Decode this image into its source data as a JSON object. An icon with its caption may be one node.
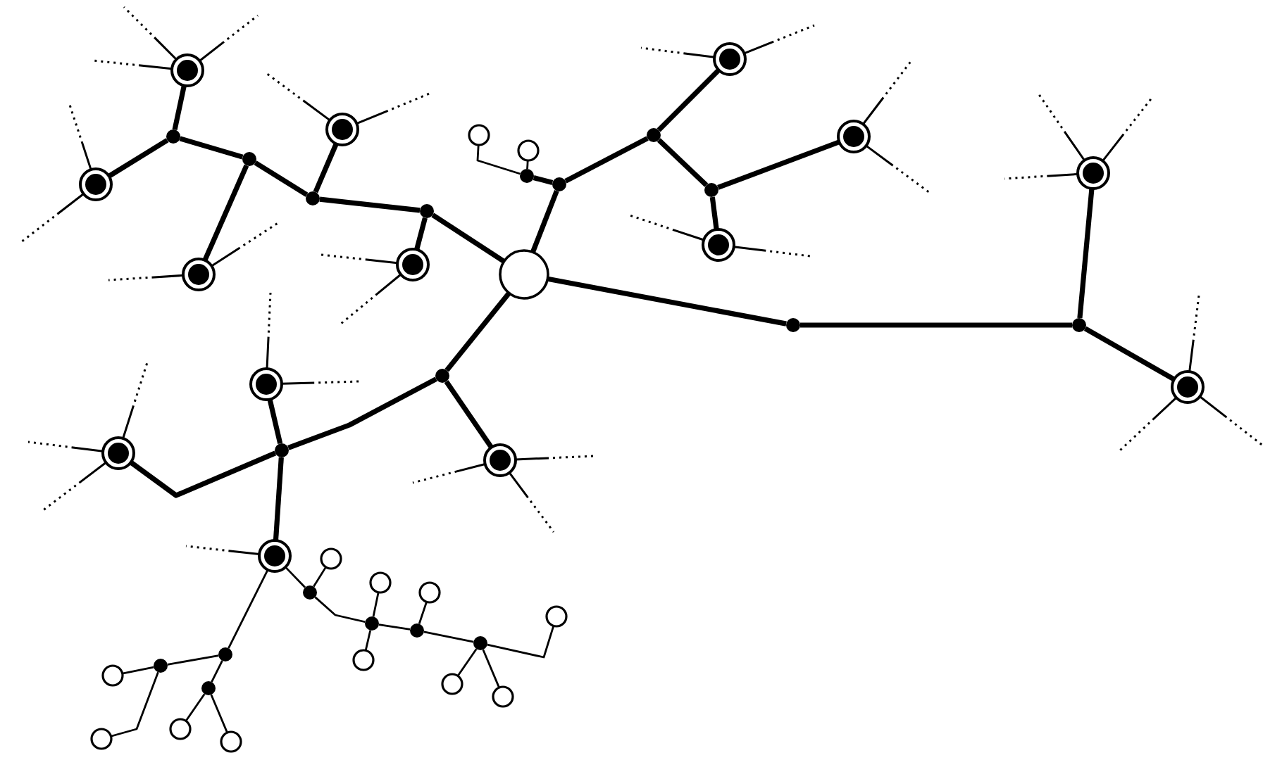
{
  "diagram": {
    "nodes": [
      {
        "text": [],
        "shape": "circle"
      },
      {
        "text": [],
        "shape": "ring"
      },
      {
        "text": [],
        "shape": "dot"
      },
      {
        "text": [],
        "shape": "ring"
      },
      {
        "text": [],
        "shape": "dot"
      },
      {
        "text": [],
        "shape": "ring"
      },
      {
        "text": [],
        "shape": "dot"
      },
      {
        "text": [],
        "shape": "ring"
      },
      {
        "text": [],
        "shape": "dot"
      },
      {
        "text": [],
        "shape": "ring"
      },
      {
        "text": [],
        "shape": "dot"
      },
      {
        "text": [],
        "shape": "dot"
      },
      {
        "text": [],
        "shape": "circle"
      },
      {
        "text": [],
        "shape": "circle"
      },
      {
        "text": [],
        "shape": "dot"
      },
      {
        "text": [],
        "shape": "ring"
      },
      {
        "text": [],
        "shape": "dot"
      },
      {
        "text": [],
        "shape": "ring"
      },
      {
        "text": [],
        "shape": "ring"
      },
      {
        "text": [],
        "shape": "dot"
      },
      {
        "text": [],
        "shape": "dot"
      },
      {
        "text": [],
        "shape": "ring"
      },
      {
        "text": [],
        "shape": "ring"
      },
      {
        "text": [],
        "shape": "dot"
      },
      {
        "text": [],
        "shape": "ring"
      },
      {
        "text": [],
        "shape": "dot"
      },
      {
        "text": [],
        "shape": "ring"
      },
      {
        "text": [],
        "shape": "ring"
      },
      {
        "text": [],
        "shape": "ring"
      },
      {
        "text": [],
        "shape": "dot"
      },
      {
        "text": [],
        "shape": "dot"
      },
      {
        "text": [],
        "shape": "circle"
      },
      {
        "text": [],
        "shape": "circle"
      },
      {
        "text": [],
        "shape": "dot"
      },
      {
        "text": [],
        "shape": "circle"
      },
      {
        "text": [],
        "shape": "circle"
      },
      {
        "text": [],
        "shape": "dot"
      },
      {
        "text": [],
        "shape": "circle"
      },
      {
        "text": [],
        "shape": "dot"
      },
      {
        "text": [],
        "shape": "circle"
      },
      {
        "text": [],
        "shape": "circle"
      },
      {
        "text": [],
        "shape": "dot"
      },
      {
        "text": [],
        "shape": "circle"
      },
      {
        "text": [],
        "shape": "dot"
      },
      {
        "text": [],
        "shape": "circle"
      },
      {
        "text": [],
        "shape": "circle"
      },
      {
        "text": [],
        "shape": "circle"
      }
    ],
    "edges": [
      {
        "from": 1,
        "to": 2,
        "arrow": "none",
        "style": "thick"
      },
      {
        "from": 2,
        "to": 3,
        "arrow": "none",
        "style": "thick"
      },
      {
        "from": 2,
        "to": 4,
        "arrow": "none",
        "style": "thick"
      },
      {
        "from": 4,
        "to": 5,
        "arrow": "none",
        "style": "thick"
      },
      {
        "from": 4,
        "to": 6,
        "arrow": "none",
        "style": "thick"
      },
      {
        "from": 6,
        "to": 7,
        "arrow": "none",
        "style": "thick"
      },
      {
        "from": 6,
        "to": 8,
        "arrow": "none",
        "style": "thick"
      },
      {
        "from": 8,
        "to": 9,
        "arrow": "none",
        "style": "thick"
      },
      {
        "from": 8,
        "to": 0,
        "arrow": "none",
        "style": "thick"
      },
      {
        "from": 0,
        "to": 10,
        "arrow": "none",
        "style": "thick"
      },
      {
        "from": 10,
        "to": 11,
        "arrow": "none",
        "style": "thick"
      },
      {
        "from": 11,
        "to": 12,
        "arrow": "none"
      },
      {
        "from": 11,
        "to": 13,
        "arrow": "none"
      },
      {
        "from": 10,
        "to": 14,
        "arrow": "none",
        "style": "thick"
      },
      {
        "from": 14,
        "to": 15,
        "arrow": "none",
        "style": "thick"
      },
      {
        "from": 14,
        "to": 16,
        "arrow": "none",
        "style": "thick"
      },
      {
        "from": 16,
        "to": 17,
        "arrow": "none",
        "style": "thick"
      },
      {
        "from": 16,
        "to": 18,
        "arrow": "none",
        "style": "thick"
      },
      {
        "from": 0,
        "to": 19,
        "arrow": "none",
        "style": "thick"
      },
      {
        "from": 19,
        "to": 20,
        "arrow": "none",
        "style": "thick"
      },
      {
        "from": 20,
        "to": 21,
        "arrow": "none",
        "style": "thick"
      },
      {
        "from": 20,
        "to": 22,
        "arrow": "none",
        "style": "thick"
      },
      {
        "from": 0,
        "to": 23,
        "arrow": "none",
        "style": "thick"
      },
      {
        "from": 23,
        "to": 24,
        "arrow": "none",
        "style": "thick"
      },
      {
        "from": 23,
        "to": 25,
        "arrow": "none",
        "style": "thick"
      },
      {
        "from": 25,
        "to": 26,
        "arrow": "none",
        "style": "thick"
      },
      {
        "from": 25,
        "to": 27,
        "arrow": "none",
        "style": "thick"
      },
      {
        "from": 25,
        "to": 28,
        "arrow": "none",
        "style": "thick"
      },
      {
        "from": 28,
        "to": 29,
        "arrow": "none"
      },
      {
        "from": 29,
        "to": 30,
        "arrow": "none"
      },
      {
        "from": 30,
        "to": 31,
        "arrow": "none"
      },
      {
        "from": 30,
        "to": 32,
        "arrow": "none"
      },
      {
        "from": 29,
        "to": 33,
        "arrow": "none"
      },
      {
        "from": 33,
        "to": 34,
        "arrow": "none"
      },
      {
        "from": 33,
        "to": 35,
        "arrow": "none"
      },
      {
        "from": 28,
        "to": 36,
        "arrow": "none"
      },
      {
        "from": 36,
        "to": 37,
        "arrow": "none"
      },
      {
        "from": 36,
        "to": 38,
        "arrow": "none"
      },
      {
        "from": 38,
        "to": 39,
        "arrow": "none"
      },
      {
        "from": 38,
        "to": 40,
        "arrow": "none"
      },
      {
        "from": 38,
        "to": 41,
        "arrow": "none"
      },
      {
        "from": 41,
        "to": 42,
        "arrow": "none"
      },
      {
        "from": 41,
        "to": 43,
        "arrow": "none"
      },
      {
        "from": 43,
        "to": 44,
        "arrow": "none"
      },
      {
        "from": 43,
        "to": 45,
        "arrow": "none"
      },
      {
        "from": 43,
        "to": 46,
        "arrow": "none"
      },
      {
        "from": 1,
        "to": null,
        "arrow": "none",
        "style": "dashed"
      },
      {
        "from": 1,
        "to": null,
        "arrow": "none",
        "style": "dashed"
      },
      {
        "from": 1,
        "to": null,
        "arrow": "none",
        "style": "dashed"
      },
      {
        "from": 3,
        "to": null,
        "arrow": "none",
        "style": "dashed"
      },
      {
        "from": 3,
        "to": null,
        "arrow": "none",
        "style": "dashed"
      },
      {
        "from": 5,
        "to": null,
        "arrow": "none",
        "style": "dashed"
      },
      {
        "from": 5,
        "to": null,
        "arrow": "none",
        "style": "dashed"
      },
      {
        "from": 7,
        "to": null,
        "arrow": "none",
        "style": "dashed"
      },
      {
        "from": 7,
        "to": null,
        "arrow": "none",
        "style": "dashed"
      },
      {
        "from": 9,
        "to": null,
        "arrow": "none",
        "style": "dashed"
      },
      {
        "from": 9,
        "to": null,
        "arrow": "none",
        "style": "dashed"
      },
      {
        "from": 15,
        "to": null,
        "arrow": "none",
        "style": "dashed"
      },
      {
        "from": 15,
        "to": null,
        "arrow": "none",
        "style": "dashed"
      },
      {
        "from": 17,
        "to": null,
        "arrow": "none",
        "style": "dashed"
      },
      {
        "from": 17,
        "to": null,
        "arrow": "none",
        "style": "dashed"
      },
      {
        "from": 18,
        "to": null,
        "arrow": "none",
        "style": "dashed"
      },
      {
        "from": 18,
        "to": null,
        "arrow": "none",
        "style": "dashed"
      },
      {
        "from": 21,
        "to": null,
        "arrow": "none",
        "style": "dashed"
      },
      {
        "from": 21,
        "to": null,
        "arrow": "none",
        "style": "dashed"
      },
      {
        "from": 21,
        "to": null,
        "arrow": "none",
        "style": "dashed"
      },
      {
        "from": 22,
        "to": null,
        "arrow": "none",
        "style": "dashed"
      },
      {
        "from": 22,
        "to": null,
        "arrow": "none",
        "style": "dashed"
      },
      {
        "from": 22,
        "to": null,
        "arrow": "none",
        "style": "dashed"
      },
      {
        "from": 24,
        "to": null,
        "arrow": "none",
        "style": "dashed"
      },
      {
        "from": 24,
        "to": null,
        "arrow": "none",
        "style": "dashed"
      },
      {
        "from": 24,
        "to": null,
        "arrow": "none",
        "style": "dashed"
      },
      {
        "from": 26,
        "to": null,
        "arrow": "none",
        "style": "dashed"
      },
      {
        "from": 26,
        "to": null,
        "arrow": "none",
        "style": "dashed"
      },
      {
        "from": 27,
        "to": null,
        "arrow": "none",
        "style": "dashed"
      },
      {
        "from": 27,
        "to": null,
        "arrow": "none",
        "style": "dashed"
      },
      {
        "from": 27,
        "to": null,
        "arrow": "none",
        "style": "dashed"
      },
      {
        "from": 28,
        "to": null,
        "arrow": "none",
        "style": "dashed"
      }
    ]
  }
}
